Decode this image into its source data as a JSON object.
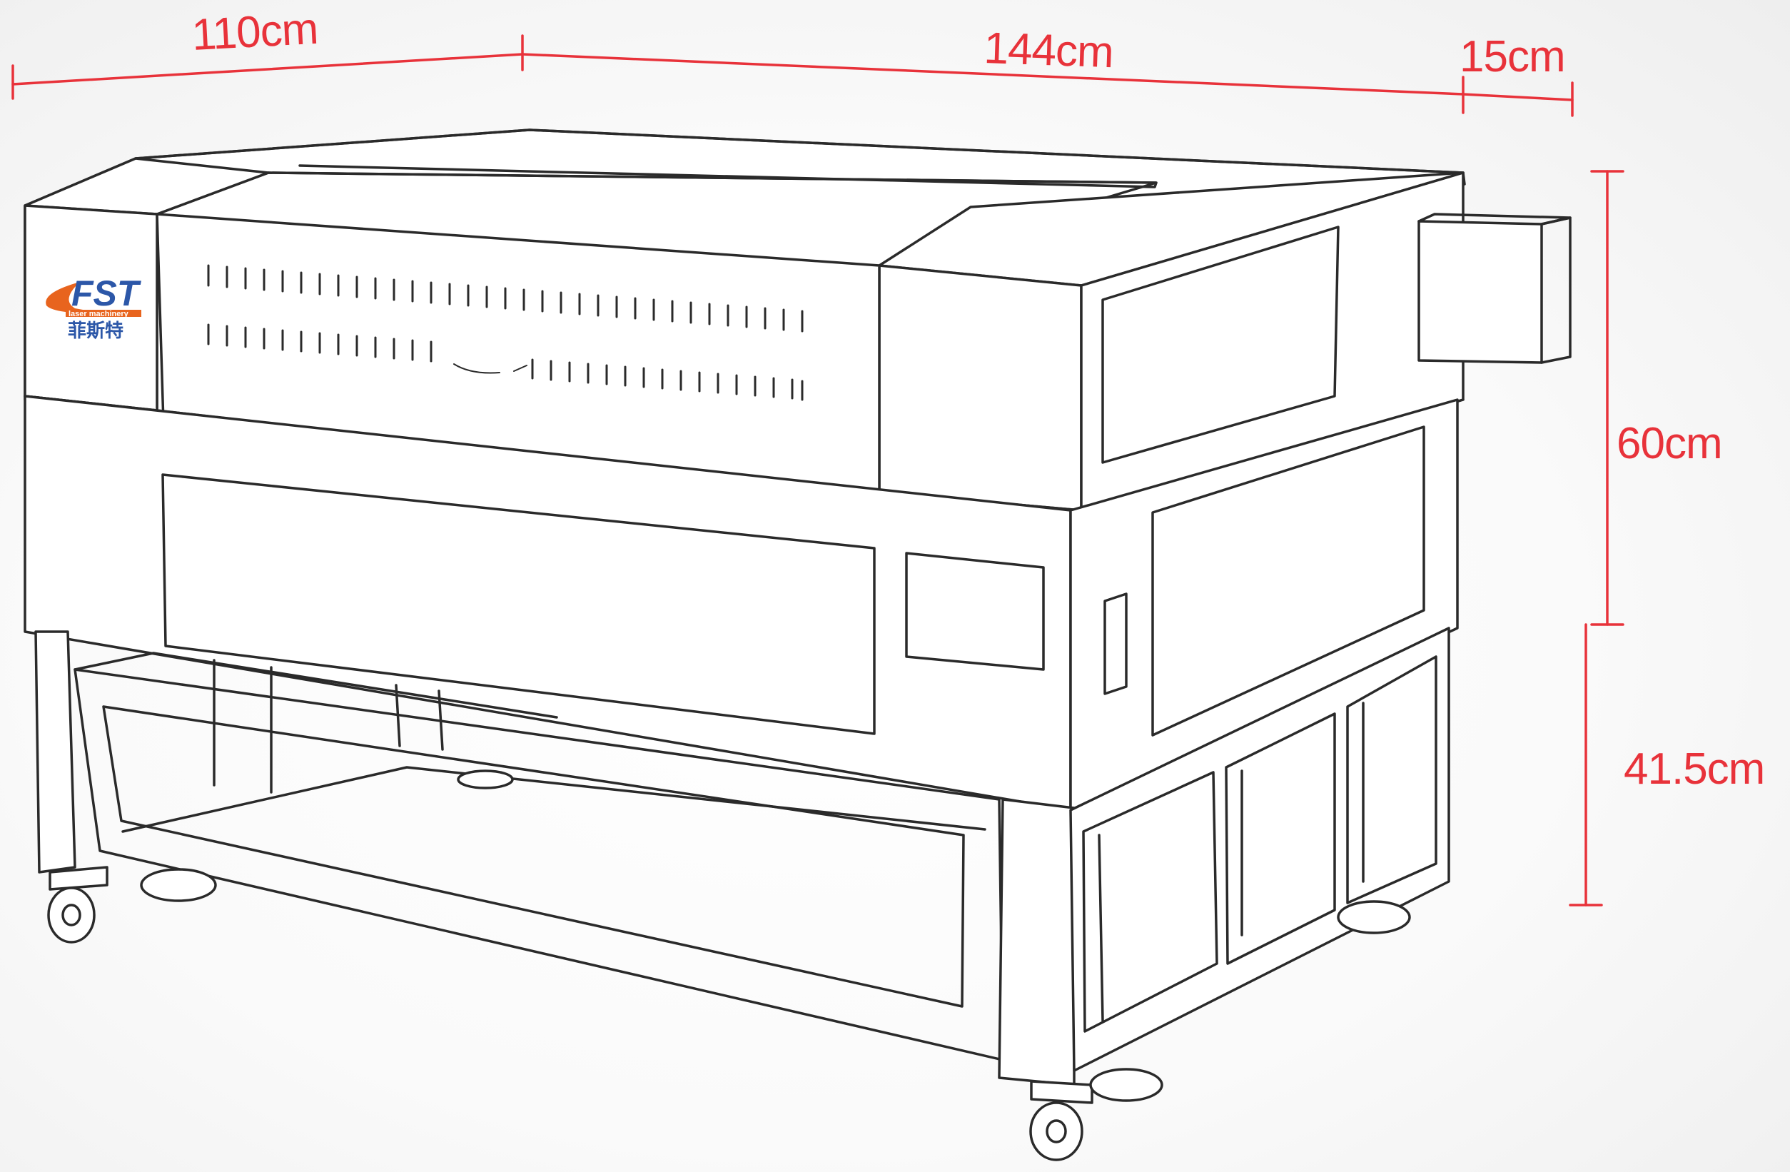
{
  "colors": {
    "dimension": "#e8323a",
    "outline": "#2a2a2a",
    "logo_orange": "#e8641e",
    "logo_blue": "#2c57a8"
  },
  "dimensions": {
    "depth_label": "110cm",
    "width_label": "144cm",
    "side_box_label": "15cm",
    "upper_height_label": "60cm",
    "lower_height_label": "41.5cm"
  },
  "logo": {
    "brand": "FST",
    "tagline": "laser machinery",
    "chinese": "菲斯特"
  }
}
